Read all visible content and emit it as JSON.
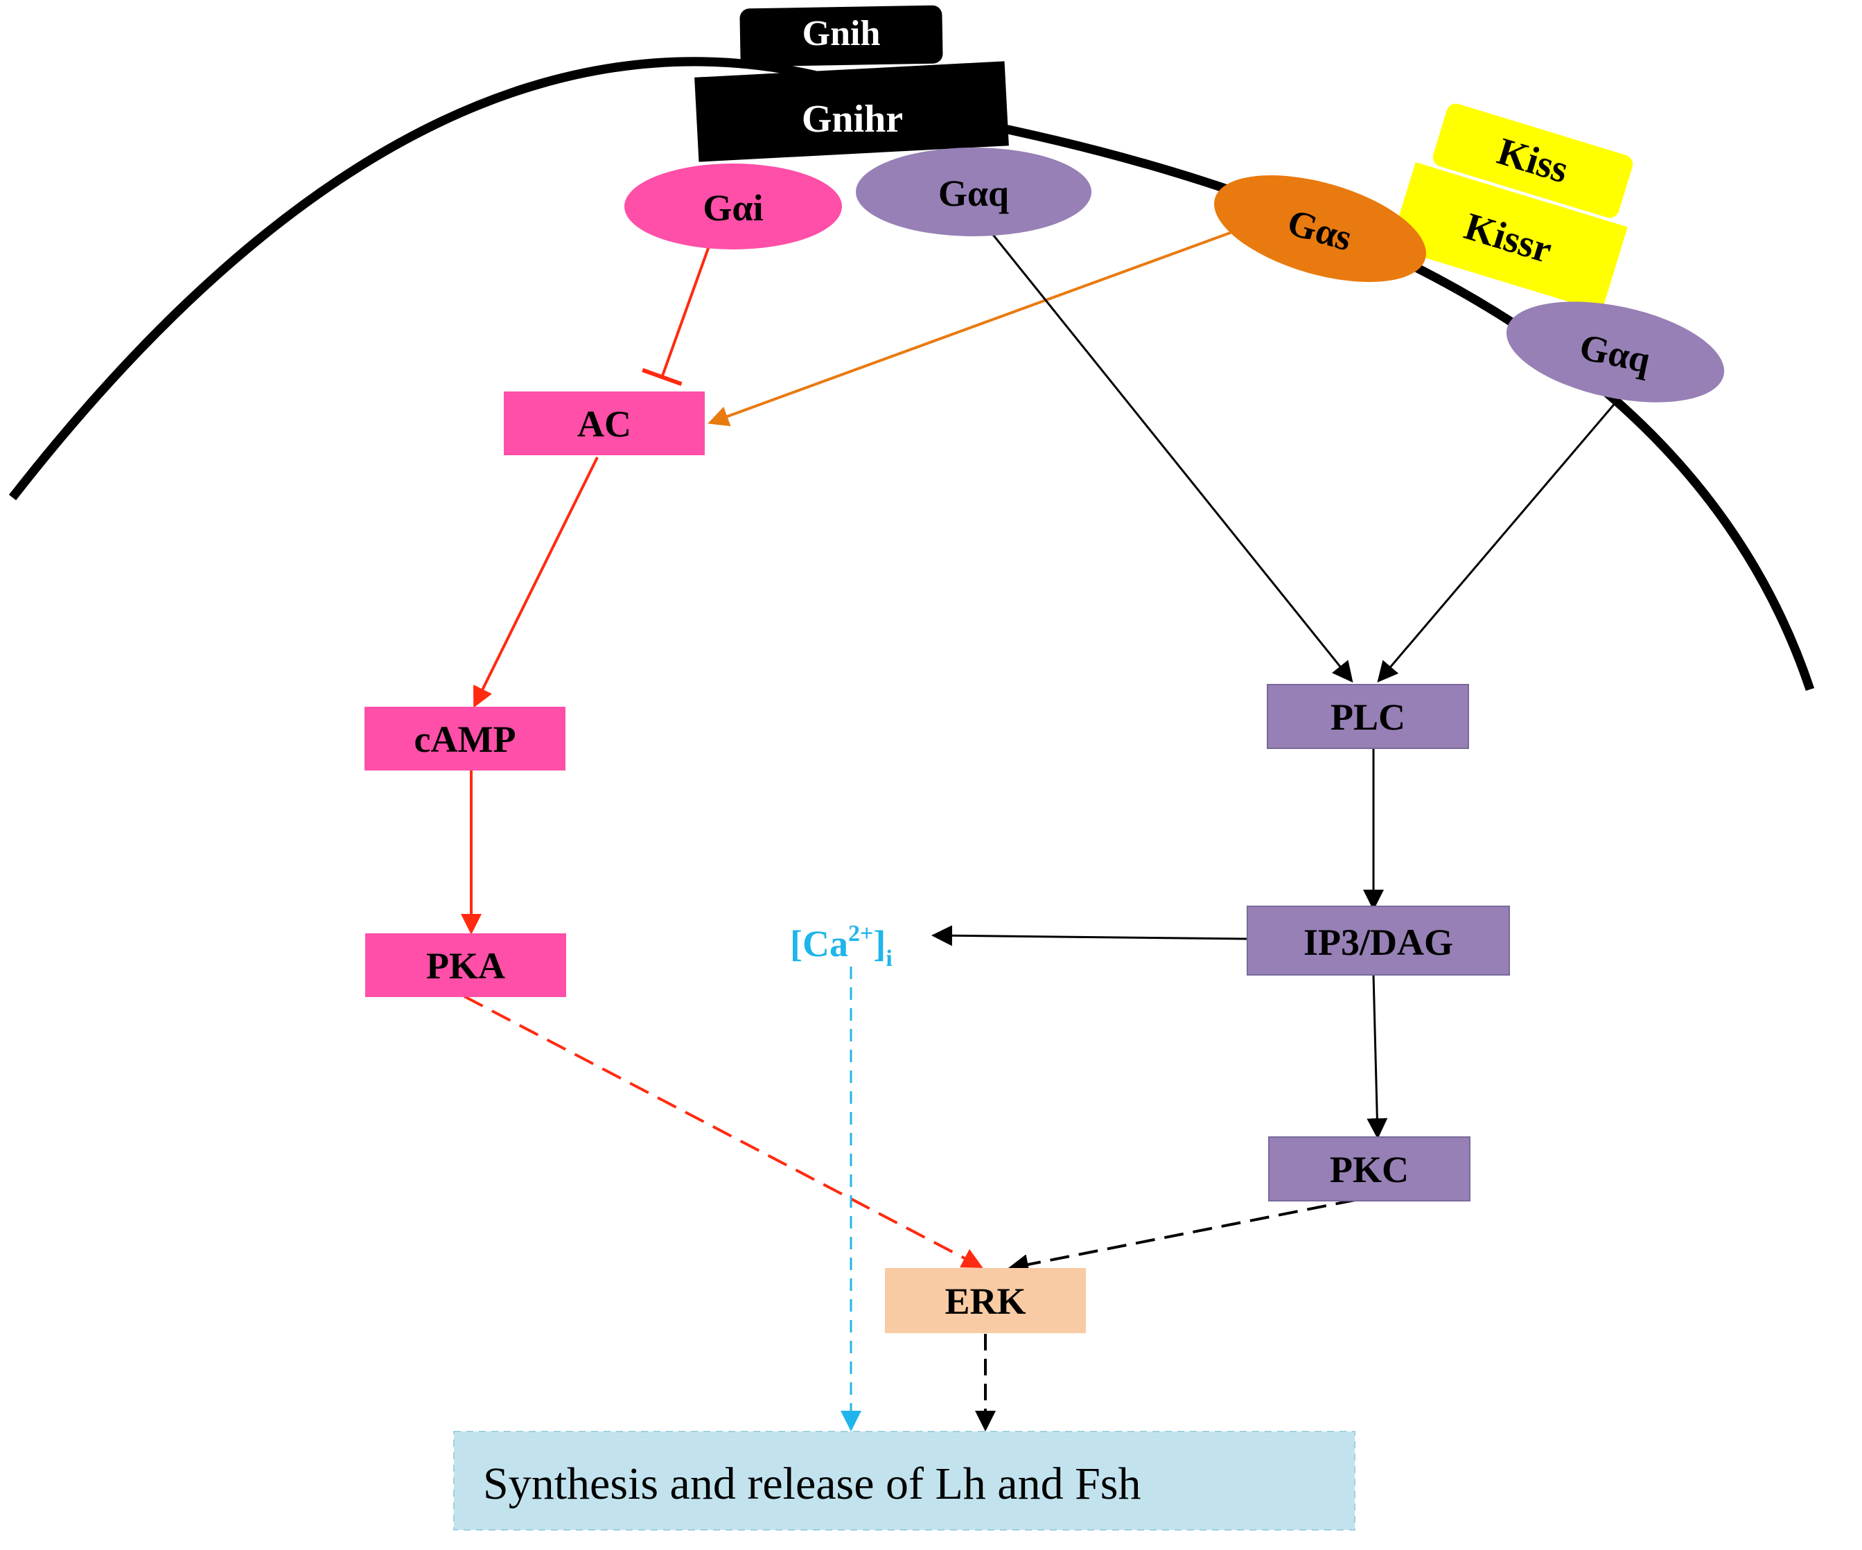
{
  "nodes": {
    "gnih": "Gnih",
    "gnihr": "Gnihr",
    "kiss": "Kiss",
    "kissr": "Kissr",
    "gai": "Gαi",
    "gaq_left": "Gαq",
    "gas": "Gαs",
    "gaq_right": "Gαq",
    "ac": "AC",
    "camp": "cAMP",
    "pka": "PKA",
    "plc": "PLC",
    "ip3dag": "IP3/DAG",
    "pkc": "PKC",
    "erk": "ERK",
    "ca_base": "[Ca",
    "ca_sup": "2+",
    "ca_close": "]",
    "ca_sub": "i",
    "output": "Synthesis and release of Lh and Fsh"
  },
  "colors": {
    "pink": "#ff4fa8",
    "purple": "#9680b5",
    "orange": "#e97a0f",
    "yellow": "#ffff00",
    "peach": "#f9cba4",
    "lightblue": "#c2e3ee",
    "red_arrow": "#ff2a10",
    "cyan_arrow": "#1fb5ea",
    "black": "#000000"
  }
}
